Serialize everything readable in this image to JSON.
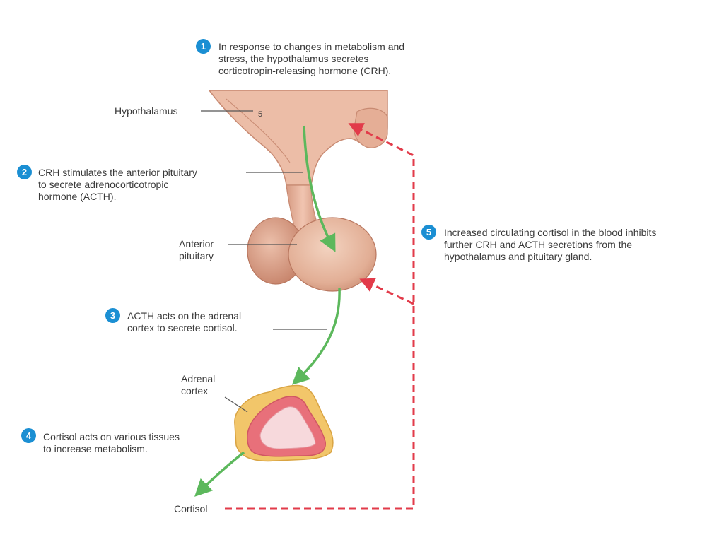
{
  "steps": [
    {
      "number": "1",
      "lines": [
        "In response to changes in metabolism and",
        "stress, the hypothalamus secretes",
        "corticotropin-releasing hormone (CRH)."
      ]
    },
    {
      "number": "2",
      "lines": [
        "CRH stimulates the anterior pituitary",
        "to secrete adrenocorticotropic",
        "hormone (ACTH)."
      ]
    },
    {
      "number": "3",
      "lines": [
        "ACTH acts on the adrenal",
        "cortex to secrete cortisol."
      ]
    },
    {
      "number": "4",
      "lines": [
        "Cortisol acts on various tissues",
        "to increase metabolism."
      ]
    },
    {
      "number": "5",
      "lines": [
        "Increased circulating cortisol in the blood inhibits",
        "further CRH and ACTH secretions from the",
        "hypothalamus and pituitary gland."
      ]
    }
  ],
  "labels": {
    "hypothalamus": "Hypothalamus",
    "anterior_pituitary": [
      "Anterior",
      "pituitary"
    ],
    "adrenal_cortex": [
      "Adrenal",
      "cortex"
    ],
    "cortisol": "Cortisol",
    "small_mark": "5"
  },
  "colors": {
    "badge": "#1b8fd3",
    "stimulation_arrow": "#5cb85c",
    "feedback_arrow": "#e23b4a",
    "tissue": "#e9b49a",
    "adrenal_fat": "#f2c66a",
    "adrenal_cortex": "#e8707a"
  }
}
